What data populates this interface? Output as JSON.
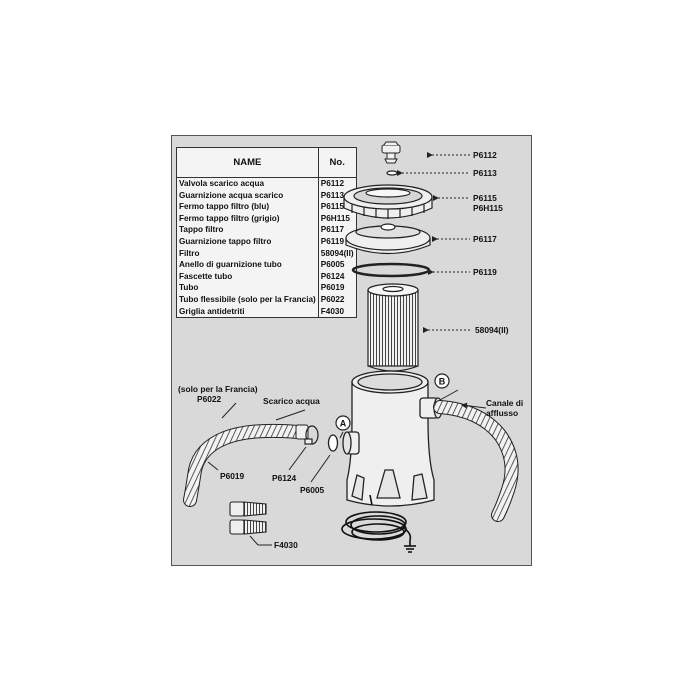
{
  "table": {
    "header_name": "NAME",
    "header_no": "No.",
    "rows": [
      {
        "name": "Valvola scarico acqua",
        "code": "P6112"
      },
      {
        "name": "Guarnizione acqua scarico",
        "code": "P6113"
      },
      {
        "name": "Fermo tappo filtro (blu)",
        "code": "P6115"
      },
      {
        "name": "Fermo tappo filtro (grigio)",
        "code": "P6H115"
      },
      {
        "name": "Tappo filtro",
        "code": "P6117"
      },
      {
        "name": "Guarnizione tappo filtro",
        "code": "P6119"
      },
      {
        "name": "Filtro",
        "code": "58094(II)"
      },
      {
        "name": "Anello di guarnizione tubo",
        "code": "P6005"
      },
      {
        "name": "Fascette tubo",
        "code": "P6124"
      },
      {
        "name": "Tubo",
        "code": "P6019"
      },
      {
        "name": "Tubo flessibile (solo per la Francia)",
        "code": "P6022"
      },
      {
        "name": "Griglia antidetriti",
        "code": "F4030"
      }
    ]
  },
  "callouts": {
    "p6112": "P6112",
    "p6113": "P6113",
    "p6115": "P6115",
    "p6h115": "P6H115",
    "p6117": "P6117",
    "p6119": "P6119",
    "filter": "58094(II)",
    "marker_a": "A",
    "marker_b": "B",
    "inlet_line1": "Canale di",
    "inlet_line2": "afflusso",
    "france_note": "(solo per la Francia)",
    "p6022": "P6022",
    "drain": "Scarico acqua",
    "p6019": "P6019",
    "p6124": "P6124",
    "p6005": "P6005",
    "f4030": "F4030"
  },
  "colors": {
    "panel": "#d9d9d9",
    "line": "#222222",
    "part_fill": "#f0f0f0"
  }
}
